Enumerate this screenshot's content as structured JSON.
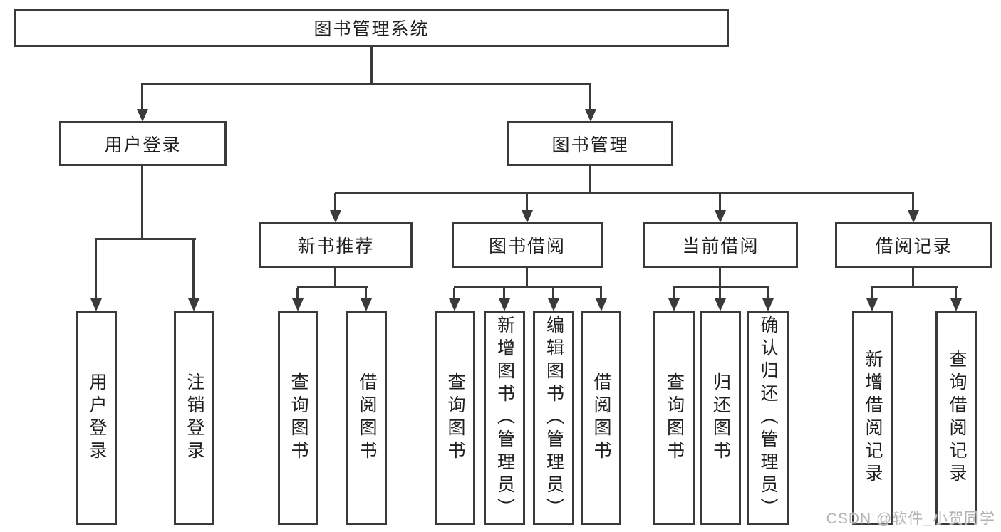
{
  "diagram": {
    "root": {
      "label": "图书管理系统"
    },
    "level2": [
      {
        "label": "用户登录"
      },
      {
        "label": "图书管理"
      }
    ],
    "level3": [
      {
        "label": "新书推荐"
      },
      {
        "label": "图书借阅"
      },
      {
        "label": "当前借阅"
      },
      {
        "label": "借阅记录"
      }
    ],
    "leaves": [
      {
        "label": "用户登录"
      },
      {
        "label": "注销登录"
      },
      {
        "label": "查询图书"
      },
      {
        "label": "借阅图书"
      },
      {
        "label": "查询图书"
      },
      {
        "label": "新增图书（管理员）"
      },
      {
        "label": "编辑图书（管理员）"
      },
      {
        "label": "借阅图书"
      },
      {
        "label": "查询图书"
      },
      {
        "label": "归还图书"
      },
      {
        "label": "确认归还（管理员）"
      },
      {
        "label": "新增借阅记录"
      },
      {
        "label": "查询借阅记录"
      }
    ],
    "colors": {
      "line": "#3a3a3a",
      "text": "#1f1f1f",
      "node_background": "#ffffff",
      "watermark": "#b3b3b3"
    }
  },
  "watermark": {
    "text": "CSDN @软件_小贺同学"
  }
}
